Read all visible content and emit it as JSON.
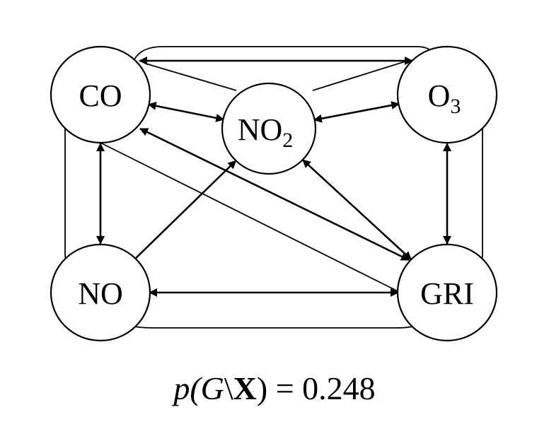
{
  "nodes": {
    "co": {
      "label": "CO"
    },
    "no2": {
      "label": "NO",
      "sub": "2"
    },
    "o3": {
      "label": "O",
      "sub": "3"
    },
    "no": {
      "label": "NO"
    },
    "gri": {
      "label": "GRI"
    }
  },
  "edges": [
    {
      "from": "co",
      "to": "o3",
      "kind": "bidirectional"
    },
    {
      "from": "co",
      "to": "no2",
      "kind": "bidirectional"
    },
    {
      "from": "no2",
      "to": "o3",
      "kind": "bidirectional"
    },
    {
      "from": "co",
      "to": "no",
      "kind": "bidirectional"
    },
    {
      "from": "o3",
      "to": "gri",
      "kind": "bidirectional"
    },
    {
      "from": "no",
      "to": "gri",
      "kind": "bidirectional"
    },
    {
      "from": "co",
      "to": "gri",
      "kind": "bidirectional"
    },
    {
      "from": "no2",
      "to": "gri",
      "kind": "bidirectional"
    },
    {
      "from": "no",
      "to": "no2",
      "kind": "directed"
    },
    {
      "from": "co",
      "to": "gri",
      "kind": "undirected"
    },
    {
      "from": "no2",
      "to": "co",
      "kind": "undirected"
    },
    {
      "from": "no2",
      "to": "o3",
      "kind": "undirected"
    },
    {
      "from": "co",
      "to": "o3",
      "kind": "undirected"
    },
    {
      "from": "co",
      "to": "no",
      "kind": "undirected"
    },
    {
      "from": "o3",
      "to": "gri",
      "kind": "undirected"
    },
    {
      "from": "no",
      "to": "gri",
      "kind": "undirected"
    }
  ],
  "caption": {
    "p": "p",
    "open": "(",
    "g": "G",
    "bar": "\\",
    "x": "X",
    "close": ")",
    "equals": " = ",
    "value": "0.248"
  }
}
